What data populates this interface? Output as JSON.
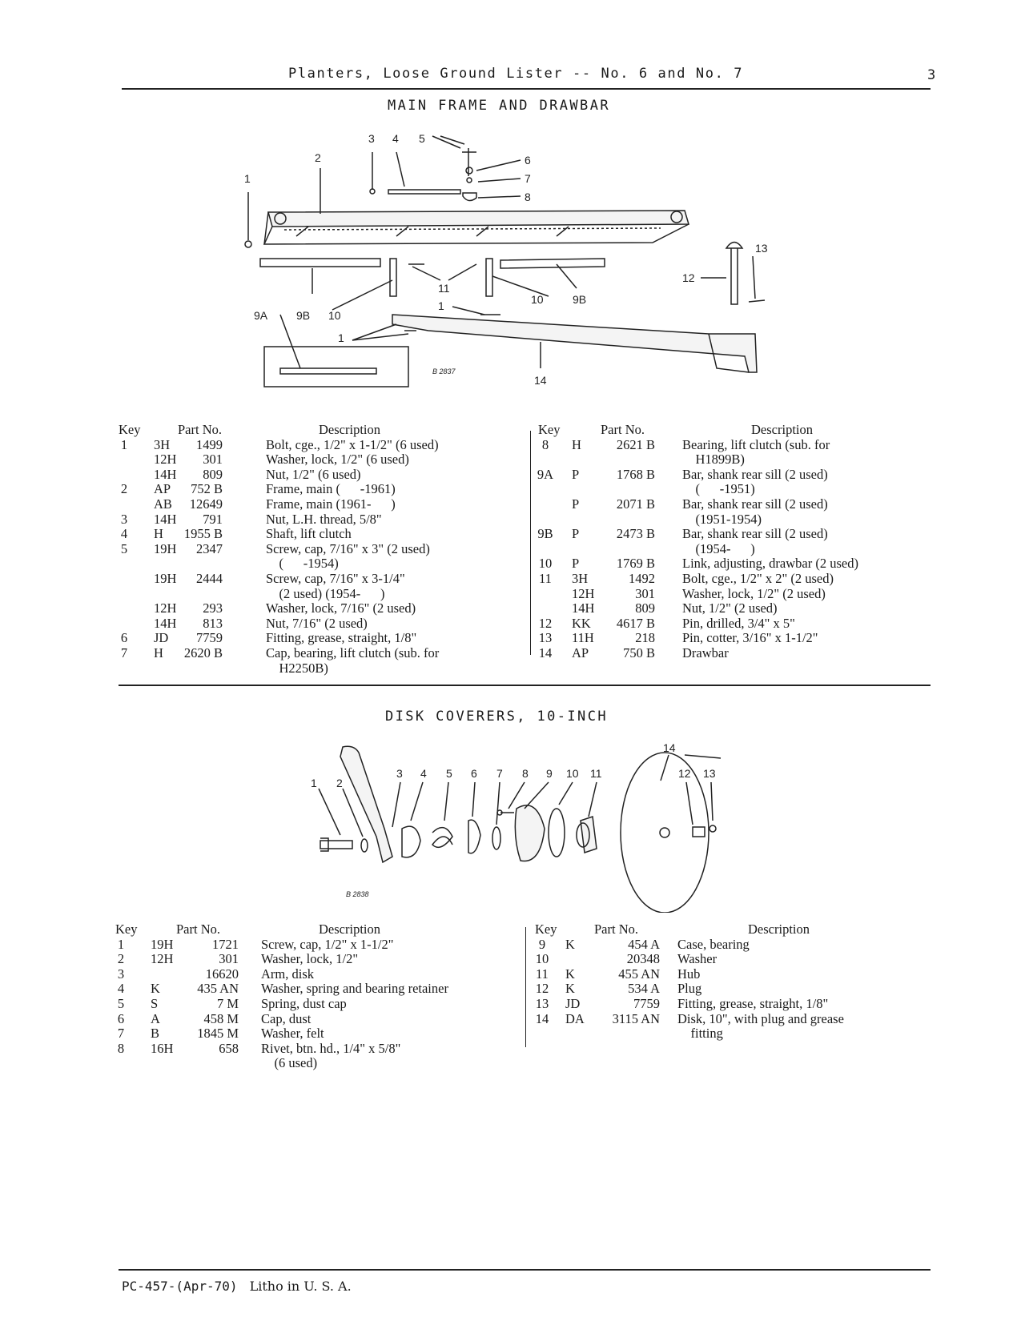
{
  "header": {
    "title": "Planters, Loose Ground Lister -- No. 6 and No. 7",
    "page_number": "3"
  },
  "section1": {
    "title": "MAIN FRAME AND DRAWBAR",
    "figure_id": "B 2837",
    "callouts": [
      "1",
      "2",
      "3",
      "4",
      "5",
      "6",
      "7",
      "8",
      "9A",
      "9B",
      "10",
      "11",
      "12",
      "13",
      "14"
    ],
    "col_headers": {
      "key": "Key",
      "part_no": "Part No.",
      "description": "Description"
    },
    "left": [
      {
        "key": "1",
        "prefix": "3H",
        "num": "1499",
        "desc": "Bolt, cge., 1/2\" x 1-1/2\" (6 used)"
      },
      {
        "key": "",
        "prefix": "12H",
        "num": "301",
        "desc": "Washer, lock, 1/2\" (6 used)"
      },
      {
        "key": "",
        "prefix": "14H",
        "num": "809",
        "desc": "Nut, 1/2\" (6 used)"
      },
      {
        "key": "2",
        "prefix": "AP",
        "num": "752 B",
        "desc": "Frame, main (      -1961)"
      },
      {
        "key": "",
        "prefix": "AB",
        "num": "12649",
        "desc": "Frame, main (1961-      )"
      },
      {
        "key": "3",
        "prefix": "14H",
        "num": "791",
        "desc": "Nut, L.H. thread, 5/8\""
      },
      {
        "key": "4",
        "prefix": "H",
        "num": "1955 B",
        "desc": "Shaft, lift clutch"
      },
      {
        "key": "5",
        "prefix": "19H",
        "num": "2347",
        "desc": "Screw, cap, 7/16\" x 3\" (2 used)"
      },
      {
        "key": "",
        "prefix": "",
        "num": "",
        "desc": "    (      -1954)"
      },
      {
        "key": "",
        "prefix": "19H",
        "num": "2444",
        "desc": "Screw, cap, 7/16\" x 3-1/4\""
      },
      {
        "key": "",
        "prefix": "",
        "num": "",
        "desc": "    (2 used) (1954-      )"
      },
      {
        "key": "",
        "prefix": "12H",
        "num": "293",
        "desc": "Washer, lock, 7/16\" (2 used)"
      },
      {
        "key": "",
        "prefix": "14H",
        "num": "813",
        "desc": "Nut, 7/16\" (2 used)"
      },
      {
        "key": "6",
        "prefix": "JD",
        "num": "7759",
        "desc": "Fitting, grease, straight, 1/8\""
      },
      {
        "key": "7",
        "prefix": "H",
        "num": "2620 B",
        "desc": "Cap, bearing, lift clutch (sub. for"
      },
      {
        "key": "",
        "prefix": "",
        "num": "",
        "desc": "    H2250B)"
      }
    ],
    "right": [
      {
        "key": "8",
        "prefix": "H",
        "num": "2621 B",
        "desc": "Bearing, lift clutch (sub. for"
      },
      {
        "key": "",
        "prefix": "",
        "num": "",
        "desc": "    H1899B)"
      },
      {
        "key": "9A",
        "prefix": "P",
        "num": "1768 B",
        "desc": "Bar, shank rear sill (2 used)"
      },
      {
        "key": "",
        "prefix": "",
        "num": "",
        "desc": "    (      -1951)"
      },
      {
        "key": "",
        "prefix": "P",
        "num": "2071 B",
        "desc": "Bar, shank rear sill (2 used)"
      },
      {
        "key": "",
        "prefix": "",
        "num": "",
        "desc": "    (1951-1954)"
      },
      {
        "key": "9B",
        "prefix": "P",
        "num": "2473 B",
        "desc": "Bar, shank rear sill (2 used)"
      },
      {
        "key": "",
        "prefix": "",
        "num": "",
        "desc": "    (1954-      )"
      },
      {
        "key": "10",
        "prefix": "P",
        "num": "1769 B",
        "desc": "Link, adjusting, drawbar (2 used)"
      },
      {
        "key": "11",
        "prefix": "3H",
        "num": "1492",
        "desc": "Bolt, cge., 1/2\" x 2\" (2 used)"
      },
      {
        "key": "",
        "prefix": "12H",
        "num": "301",
        "desc": "Washer, lock, 1/2\" (2 used)"
      },
      {
        "key": "",
        "prefix": "14H",
        "num": "809",
        "desc": "Nut, 1/2\" (2 used)"
      },
      {
        "key": "12",
        "prefix": "KK",
        "num": "4617 B",
        "desc": "Pin, drilled, 3/4\" x 5\""
      },
      {
        "key": "13",
        "prefix": "11H",
        "num": "218",
        "desc": "Pin, cotter, 3/16\" x 1-1/2\""
      },
      {
        "key": "14",
        "prefix": "AP",
        "num": "750 B",
        "desc": "Drawbar"
      }
    ]
  },
  "section2": {
    "title": "DISK COVERERS, 10-INCH",
    "figure_id": "B 2838",
    "callouts": [
      "1",
      "2",
      "3",
      "4",
      "5",
      "6",
      "7",
      "8",
      "9",
      "10",
      "11",
      "12",
      "13",
      "14"
    ],
    "col_headers": {
      "key": "Key",
      "part_no": "Part No.",
      "description": "Description"
    },
    "left": [
      {
        "key": "1",
        "prefix": "19H",
        "num": "1721",
        "desc": "Screw, cap, 1/2\" x 1-1/2\""
      },
      {
        "key": "2",
        "prefix": "12H",
        "num": "301",
        "desc": "Washer, lock, 1/2\""
      },
      {
        "key": "3",
        "prefix": "",
        "num": "16620",
        "desc": "Arm, disk"
      },
      {
        "key": "4",
        "prefix": "K",
        "num": "435 AN",
        "desc": "Washer, spring and bearing retainer"
      },
      {
        "key": "5",
        "prefix": "S",
        "num": "7 M",
        "desc": "Spring, dust cap"
      },
      {
        "key": "6",
        "prefix": "A",
        "num": "458 M",
        "desc": "Cap, dust"
      },
      {
        "key": "7",
        "prefix": "B",
        "num": "1845 M",
        "desc": "Washer, felt"
      },
      {
        "key": "8",
        "prefix": "16H",
        "num": "658",
        "desc": "Rivet, btn. hd., 1/4\" x 5/8\""
      },
      {
        "key": "",
        "prefix": "",
        "num": "",
        "desc": "    (6 used)"
      }
    ],
    "right": [
      {
        "key": "9",
        "prefix": "K",
        "num": "454 A",
        "desc": "Case, bearing"
      },
      {
        "key": "10",
        "prefix": "",
        "num": "20348",
        "desc": "Washer"
      },
      {
        "key": "11",
        "prefix": "K",
        "num": "455 AN",
        "desc": "Hub"
      },
      {
        "key": "12",
        "prefix": "K",
        "num": "534 A",
        "desc": "Plug"
      },
      {
        "key": "13",
        "prefix": "JD",
        "num": "7759",
        "desc": "Fitting, grease, straight, 1/8\""
      },
      {
        "key": "14",
        "prefix": "DA",
        "num": "3115 AN",
        "desc": "Disk, 10\", with plug and grease"
      },
      {
        "key": "",
        "prefix": "",
        "num": "",
        "desc": "    fitting"
      }
    ]
  },
  "footer": {
    "code": "PC-457-(Apr-70)",
    "litho": "Litho in U. S. A."
  }
}
